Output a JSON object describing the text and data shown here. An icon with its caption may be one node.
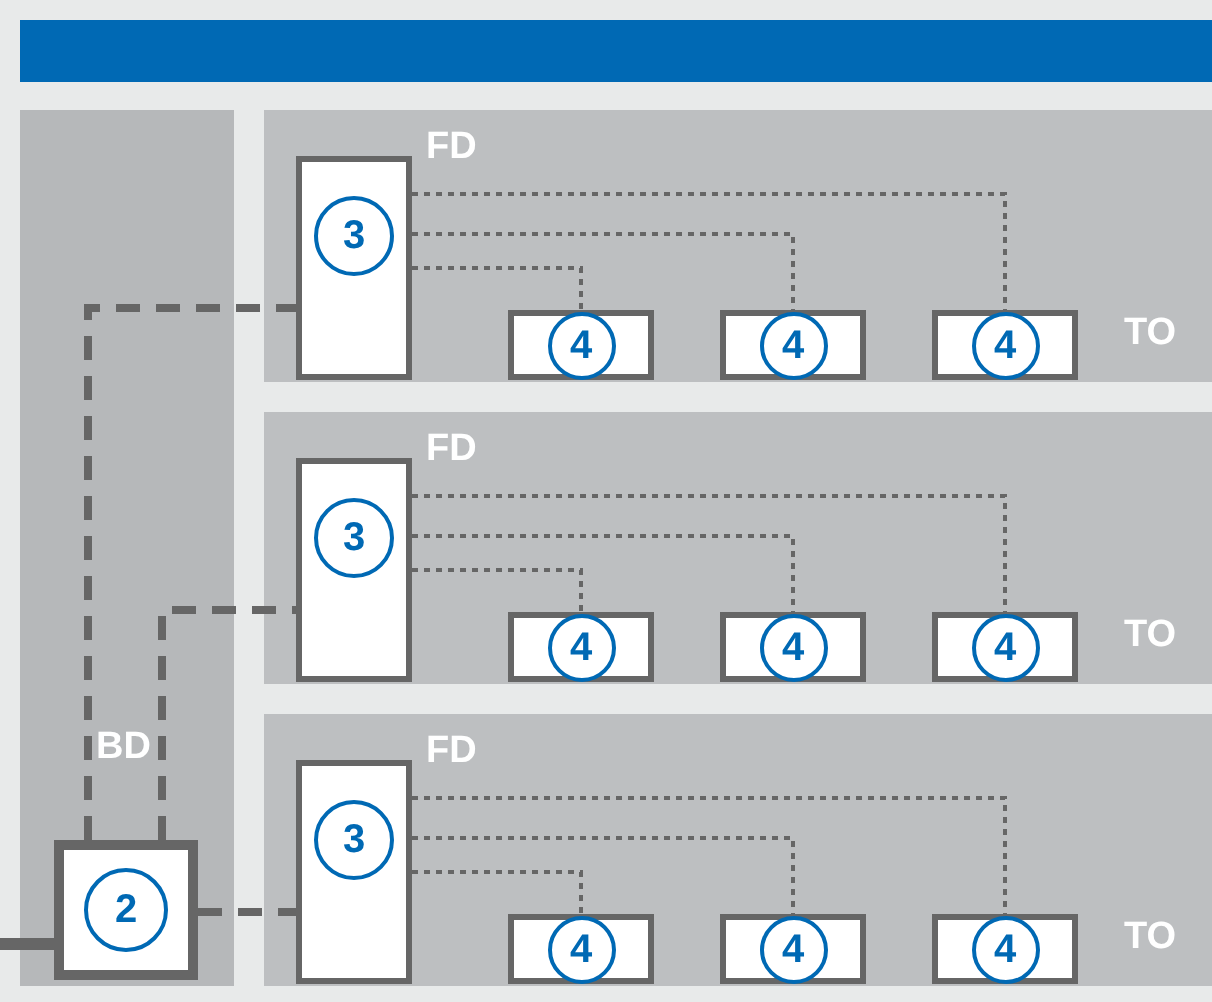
{
  "diagram": {
    "nodes": [
      {
        "text": [
          "BD"
        ]
      },
      {
        "text": [
          "FD",
          "TO"
        ]
      },
      {
        "text": [
          "3"
        ],
        "in": 1
      },
      {
        "text": [
          "4"
        ],
        "in": 1
      },
      {
        "text": [
          "4"
        ],
        "in": 1
      },
      {
        "text": [
          "4"
        ],
        "in": 1
      },
      {
        "text": [
          "FD",
          "TO"
        ]
      },
      {
        "text": [
          "3"
        ],
        "in": 6
      },
      {
        "text": [
          "4"
        ],
        "in": 6
      },
      {
        "text": [
          "4"
        ],
        "in": 6
      },
      {
        "text": [
          "4"
        ],
        "in": 6
      },
      {
        "text": [
          "FD",
          "TO"
        ]
      },
      {
        "text": [
          "3"
        ],
        "in": 11
      },
      {
        "text": [
          "4"
        ],
        "in": 11
      },
      {
        "text": [
          "4"
        ],
        "in": 11
      },
      {
        "text": [
          "4"
        ],
        "in": 11
      },
      {
        "text": [
          "2"
        ],
        "in": 0
      }
    ],
    "edges": [
      {
        "from": null,
        "to": 16,
        "arrow": "none",
        "style": "thick"
      },
      {
        "from": 16,
        "to": 2,
        "arrow": "none",
        "style": "dashed"
      },
      {
        "from": 16,
        "to": 7,
        "arrow": "none",
        "style": "dashed"
      },
      {
        "from": 16,
        "to": 12,
        "arrow": "none",
        "style": "dashed"
      },
      {
        "from": 2,
        "to": 3,
        "arrow": "none",
        "style": "dashed"
      },
      {
        "from": 2,
        "to": 4,
        "arrow": "none",
        "style": "dashed"
      },
      {
        "from": 2,
        "to": 5,
        "arrow": "none",
        "style": "dashed"
      },
      {
        "from": 7,
        "to": 8,
        "arrow": "none",
        "style": "dashed"
      },
      {
        "from": 7,
        "to": 9,
        "arrow": "none",
        "style": "dashed"
      },
      {
        "from": 7,
        "to": 10,
        "arrow": "none",
        "style": "dashed"
      },
      {
        "from": 12,
        "to": 13,
        "arrow": "none",
        "style": "dashed"
      },
      {
        "from": 12,
        "to": 14,
        "arrow": "none",
        "style": "dashed"
      },
      {
        "from": 12,
        "to": 15,
        "arrow": "none",
        "style": "dashed"
      }
    ]
  }
}
